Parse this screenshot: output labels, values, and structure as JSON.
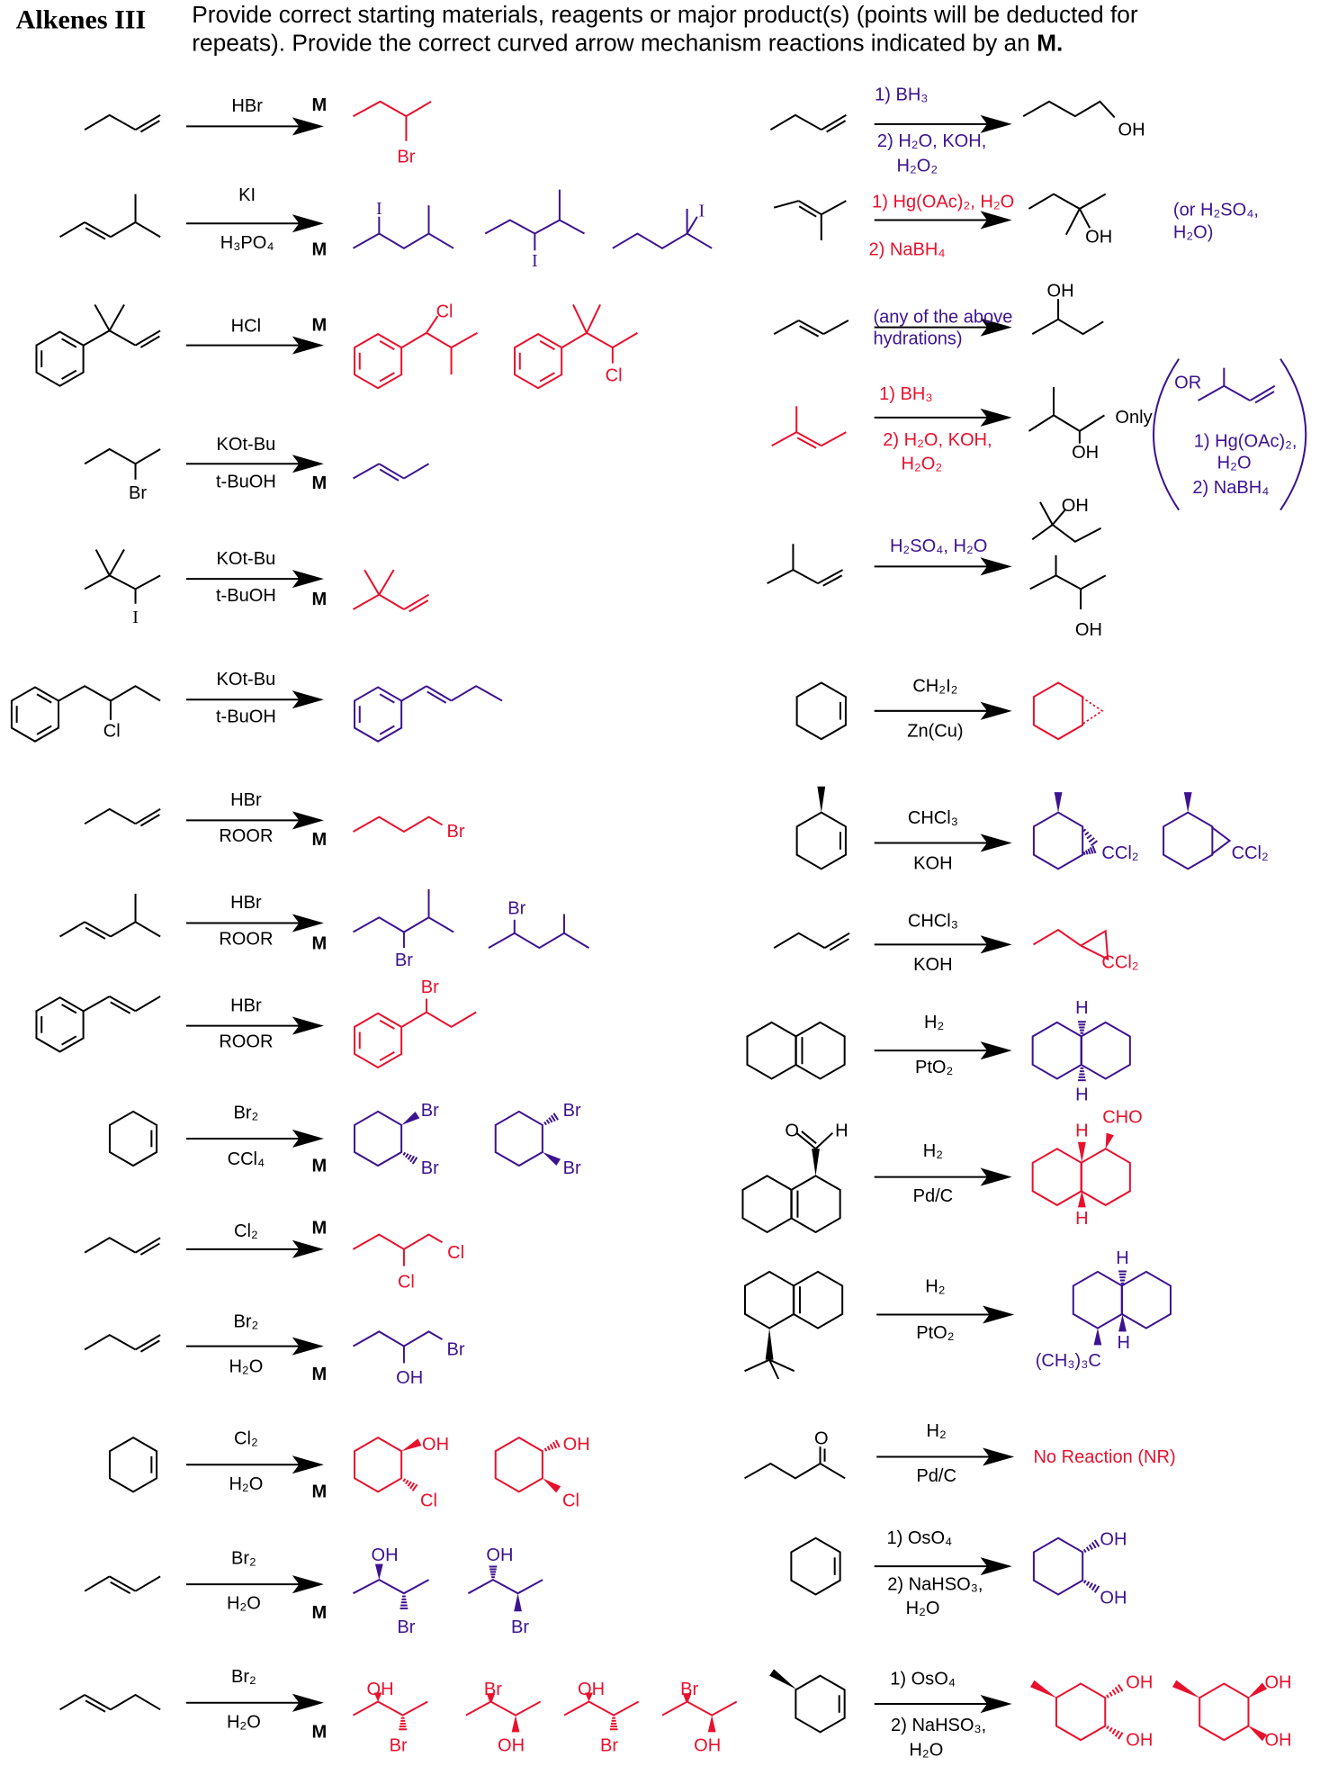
{
  "header": {
    "title": "Alkenes III",
    "instructions_line1": "Provide correct starting materials, reagents or major product(s) (points will be deducted for",
    "instructions_line2": "repeats).  Provide the correct curved arrow mechanism reactions indicated by an ",
    "instructions_mark": "M."
  },
  "colors": {
    "black": "#000000",
    "red": "#e8112d",
    "purple": "#3d138f"
  },
  "mechanism_mark": "M",
  "left": [
    {
      "reagent_top": "HBr",
      "reagent_bottom": "",
      "mechanism": true,
      "product_labels": [
        "Br"
      ]
    },
    {
      "reagent_top": "KI",
      "reagent_bottom": "H₃PO₄",
      "mechanism": true,
      "product_labels": [
        "I",
        "I",
        "I"
      ]
    },
    {
      "reagent_top": "HCl",
      "reagent_bottom": "",
      "mechanism": true,
      "product_labels": [
        "Cl",
        "Cl"
      ]
    },
    {
      "reagent_top": "KOt-Bu",
      "reagent_bottom": "t-BuOH",
      "mechanism": true,
      "start_label": "Br",
      "product_labels": []
    },
    {
      "reagent_top": "KOt-Bu",
      "reagent_bottom": "t-BuOH",
      "mechanism": true,
      "start_label": "I",
      "product_labels": []
    },
    {
      "reagent_top": "KOt-Bu",
      "reagent_bottom": "t-BuOH",
      "mechanism": false,
      "start_label": "Cl",
      "product_labels": []
    },
    {
      "reagent_top": "HBr",
      "reagent_bottom": "ROOR",
      "mechanism": true,
      "product_labels": [
        "Br"
      ]
    },
    {
      "reagent_top": "HBr",
      "reagent_bottom": "ROOR",
      "mechanism": true,
      "product_labels": [
        "Br",
        "Br"
      ]
    },
    {
      "reagent_top": "HBr",
      "reagent_bottom": "ROOR",
      "mechanism": false,
      "product_labels": [
        "Br"
      ]
    },
    {
      "reagent_top": "Br₂",
      "reagent_bottom": "CCl₄",
      "mechanism": true,
      "product_labels": [
        "Br",
        "Br",
        "Br",
        "Br"
      ]
    },
    {
      "reagent_top": "Cl₂",
      "reagent_bottom": "",
      "mechanism": true,
      "product_labels": [
        "Cl",
        "Cl"
      ]
    },
    {
      "reagent_top": "Br₂",
      "reagent_bottom": "H₂O",
      "mechanism": true,
      "product_labels": [
        "Br",
        "OH"
      ]
    },
    {
      "reagent_top": "Cl₂",
      "reagent_bottom": "H₂O",
      "mechanism": true,
      "product_labels": [
        "OH",
        "Cl",
        "OH",
        "Cl"
      ]
    },
    {
      "reagent_top": "Br₂",
      "reagent_bottom": "H₂O",
      "mechanism": true,
      "product_labels": [
        "OH",
        "Br",
        "OH",
        "Br"
      ]
    },
    {
      "reagent_top": "Br₂",
      "reagent_bottom": "H₂O",
      "mechanism": true,
      "product_labels": [
        "OH",
        "Br",
        "Br",
        "OH",
        "OH",
        "Br",
        "Br",
        "OH"
      ]
    }
  ],
  "right": [
    {
      "reagents": [
        "1) BH₃",
        "2) H₂O, KOH,",
        "H₂O₂"
      ],
      "product_labels": [
        "OH"
      ]
    },
    {
      "reagents": [
        "1) Hg(OAc)₂, H₂O",
        "2) NaBH₄"
      ],
      "product_labels": [
        "OH"
      ],
      "note": [
        "(or H₂SO₄,",
        "H₂O)"
      ]
    },
    {
      "reagents": [
        "(any of the above",
        "hydrations)"
      ],
      "product_labels": [
        "OH"
      ]
    },
    {
      "reagents": [
        "1) BH₃",
        "2) H₂O, KOH,",
        "H₂O₂"
      ],
      "product_labels": [
        "OH"
      ],
      "qualifier": "Only",
      "alternative": {
        "label": "OR",
        "reagents": [
          "1) Hg(OAc)₂,",
          "H₂O",
          "2) NaBH₄"
        ]
      }
    },
    {
      "reagents": [
        "H₂SO₄, H₂O"
      ],
      "product_labels": [
        "OH",
        "OH"
      ]
    },
    {
      "reagents": [
        "CH₂I₂",
        "Zn(Cu)"
      ],
      "product_labels": []
    },
    {
      "reagents": [
        "CHCl₃",
        "KOH"
      ],
      "product_labels": [
        "CCl₂",
        "CCl₂"
      ]
    },
    {
      "reagents": [
        "CHCl₃",
        "KOH"
      ],
      "product_labels": [
        "CCl₂"
      ]
    },
    {
      "reagents": [
        "H₂",
        "PtO₂"
      ],
      "product_labels": [
        "H",
        "H"
      ]
    },
    {
      "start_labels": [
        "O",
        "H"
      ],
      "reagents": [
        "H₂",
        "Pd/C"
      ],
      "product_labels": [
        "H",
        "CHO",
        "H"
      ]
    },
    {
      "reagents": [
        "H₂",
        "PtO₂"
      ],
      "product_labels": [
        "H",
        "H",
        "(CH₃)₃C"
      ]
    },
    {
      "start_labels": [
        "O"
      ],
      "reagents": [
        "H₂",
        "Pd/C"
      ],
      "result_text": "No Reaction  (NR)"
    },
    {
      "reagents": [
        "1) OsO₄",
        "2) NaHSO₃,",
        "H₂O"
      ],
      "product_labels": [
        "OH",
        "OH"
      ]
    },
    {
      "reagents": [
        "1) OsO₄",
        "2) NaHSO₃,",
        "H₂O"
      ],
      "product_labels": [
        "OH",
        "OH",
        "OH",
        "OH"
      ]
    }
  ]
}
